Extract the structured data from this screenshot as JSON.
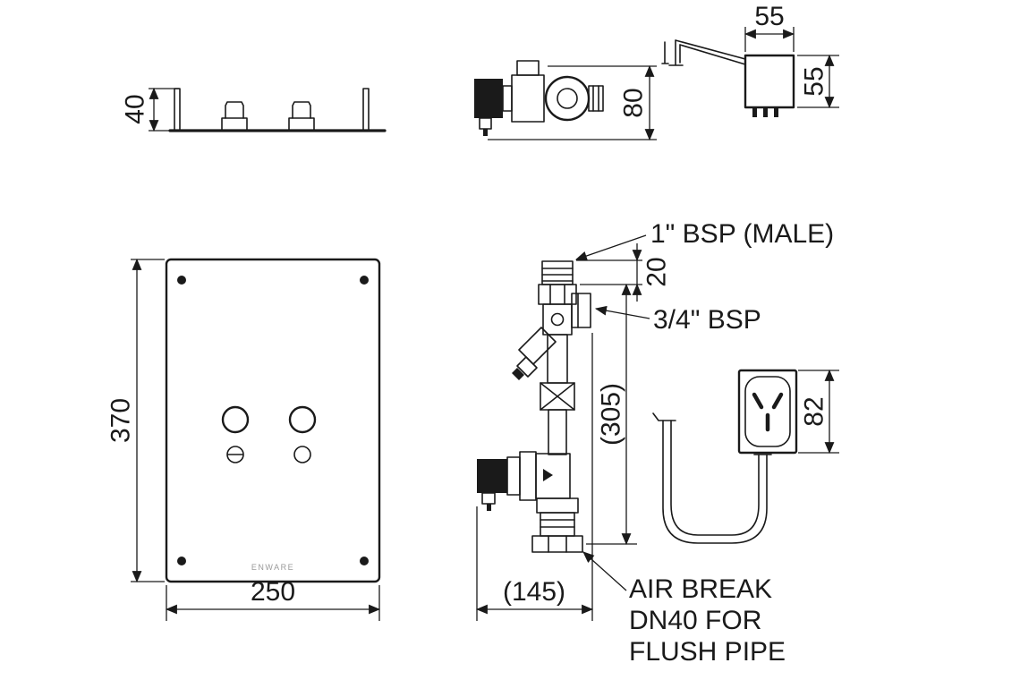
{
  "drawing": {
    "plate_side": {
      "height": "40"
    },
    "valve_side": {
      "height": "80"
    },
    "transformer": {
      "width": "55",
      "height": "55"
    },
    "plate_front": {
      "height": "370",
      "width": "250",
      "logo": "ENWARE"
    },
    "valve_front": {
      "inlet_label": "1\" BSP (MALE)",
      "inlet_length": "20",
      "outlet_label": "3/4\" BSP",
      "height": "(305)",
      "width": "(145)",
      "note_line1": "AIR BREAK",
      "note_line2": "DN40 FOR",
      "note_line3": "FLUSH PIPE"
    },
    "outlet": {
      "height": "82"
    }
  }
}
